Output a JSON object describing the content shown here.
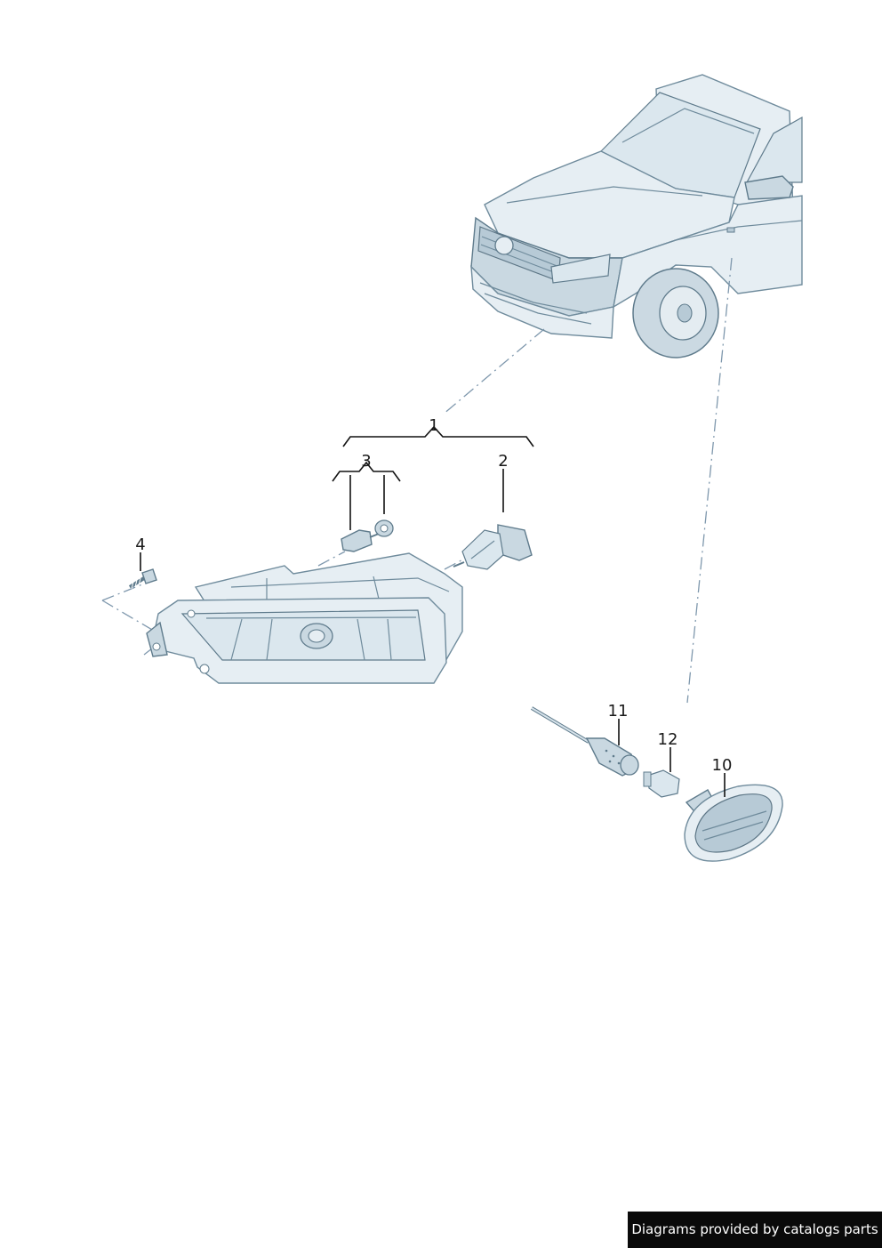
{
  "parts": [
    {
      "number": "1"
    },
    {
      "number": "2"
    },
    {
      "number": "3"
    },
    {
      "number": "4"
    },
    {
      "number": "10"
    },
    {
      "number": "11"
    },
    {
      "number": "12"
    }
  ],
  "footer": {
    "credit": "Diagrams provided by catalogs parts"
  },
  "colors": {
    "line_art": "#6f8b9c",
    "fill": "#e6eef3",
    "leader_dash": "#7f98ad",
    "footer_bg": "#0a0a0a"
  }
}
